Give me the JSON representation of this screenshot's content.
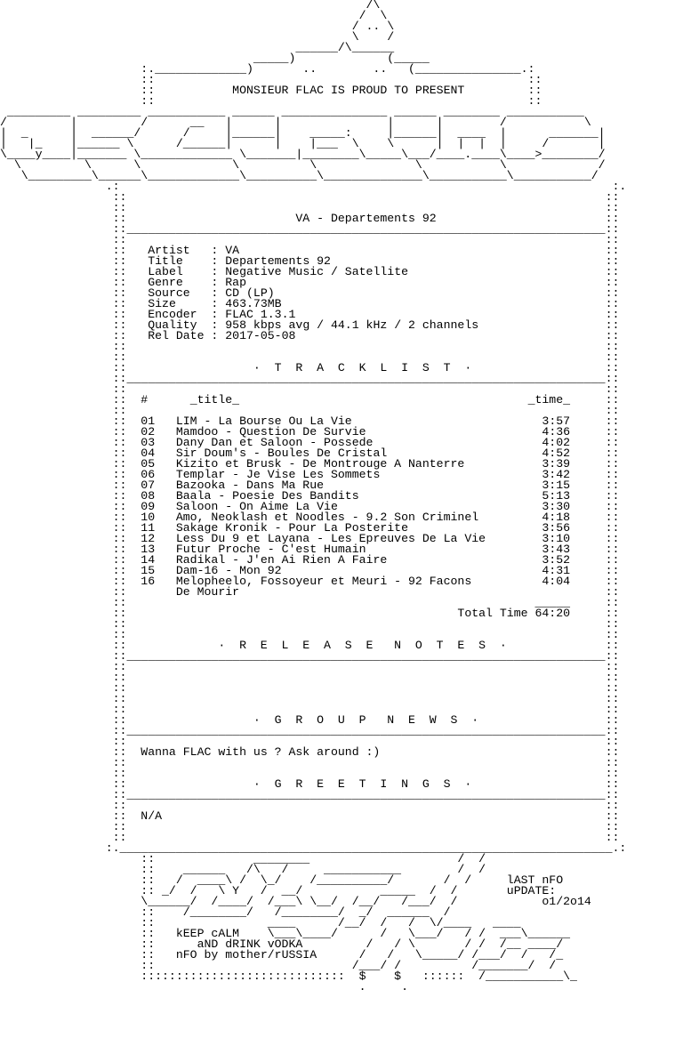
{
  "header_art": [
    "                                                    /\\",
    "                                                   /  \\",
    "                                                  / .. \\",
    "                                                  \\    /",
    "                                          ______/\\______",
    "                                    _____)             (_____",
    "                    :._____________)       ..        ..   (_______________.:",
    "                    ::                                                     ::",
    "                    ::           MONSIEUR FLAC IS PROUD TO PRESENT         ::",
    "                    ::                                                     ::",
    " _________ _________ ___________ ______ _______________ ______ ________ ___________",
    "/         |         /      __   |      |               |      |        /           \\",
    "|  _      |  ______/      /     |______|    _____:     |______|  ____  |      _______|",
    "|   |_    |______ \\      /______|      |    |___  \\    \\      |  |  |  |     /       |",
    "\\____y____|_______ \\_____________ \\_______|________\\_____\\___/____.____\\____>________/",
    "  \\         \\      \\             \\          \\              \\           \\             /",
    "   \\_________\\______\\_____________\\__________\\______________\\___________\\___________/"
  ],
  "release": {
    "heading": "VA - Departements 92",
    "fields": [
      {
        "label": "Artist",
        "value": "VA"
      },
      {
        "label": "Title",
        "value": "Departements 92"
      },
      {
        "label": "Label",
        "value": "Negative Music / Satellite"
      },
      {
        "label": "Genre",
        "value": "Rap"
      },
      {
        "label": "Source",
        "value": "CD (LP)"
      },
      {
        "label": "Size",
        "value": "463.73MB"
      },
      {
        "label": "Encoder",
        "value": "FLAC 1.3.1"
      },
      {
        "label": "Quality",
        "value": "958 kbps avg / 44.1 kHz / 2 channels"
      },
      {
        "label": "Rel Date",
        "value": "2017-05-08"
      }
    ]
  },
  "tracklist": {
    "heading": "·  T  R  A  C  K  L  I  S  T  ·",
    "col_num": "#",
    "col_title": "_title_",
    "col_time": "_time_",
    "tracks": [
      {
        "num": "01",
        "title": "LIM - La Bourse Ou La Vie",
        "time": "3:57"
      },
      {
        "num": "02",
        "title": "Mamdoo - Question De Survie",
        "time": "4:36"
      },
      {
        "num": "03",
        "title": "Dany Dan et Saloon - Possede",
        "time": "4:02"
      },
      {
        "num": "04",
        "title": "Sir Doum's - Boules De Cristal",
        "time": "4:52"
      },
      {
        "num": "05",
        "title": "Kizito et Brusk - De Montrouge A Nanterre",
        "time": "3:39"
      },
      {
        "num": "06",
        "title": "Templar - Je Vise Les Sommets",
        "time": "3:42"
      },
      {
        "num": "07",
        "title": "Bazooka - Dans Ma Rue",
        "time": "3:15"
      },
      {
        "num": "08",
        "title": "Baala - Poesie Des Bandits",
        "time": "5:13"
      },
      {
        "num": "09",
        "title": "Saloon - On Aime La Vie",
        "time": "3:30"
      },
      {
        "num": "10",
        "title": "Amo, Neoklash et Noodles - 9.2 Son Criminel",
        "time": "4:18"
      },
      {
        "num": "11",
        "title": "Sakage Kronik - Pour La Posterite",
        "time": "3:56"
      },
      {
        "num": "12",
        "title": "Less Du 9 et Layana - Les Epreuves De La Vie",
        "time": "3:10"
      },
      {
        "num": "13",
        "title": "Futur Proche - C'est Humain",
        "time": "3:43"
      },
      {
        "num": "14",
        "title": "Radikal - J'en Ai Rien A Faire",
        "time": "3:52"
      },
      {
        "num": "15",
        "title": "Dam-16 - Mon 92",
        "time": "4:31"
      },
      {
        "num": "16",
        "title": "Melopheelo, Fossoyeur et Meuri - 92 Facons",
        "title_cont": "De Mourir",
        "time": "4:04"
      }
    ],
    "total_label": "Total Time",
    "total_time": "64:20"
  },
  "release_notes": {
    "heading": "·  R  E  L  E  A  S  E   N  O  T  E  S  ·"
  },
  "group_news": {
    "heading": "·  G  R  O  U  P   N  E  W  S  ·",
    "text": "Wanna FLAC with us ? Ask around :)"
  },
  "greetings": {
    "heading": "·  G  R  E  E  T  I  N  G  S  ·",
    "text": "N/A"
  },
  "footer": {
    "update_label": "lAST nFO",
    "update_label2": "uPDATE:",
    "update_date": "o1/2o14",
    "motto1": "kEEP cALM",
    "motto2": "aND dRINK vODKA",
    "credit": "nFO by mother/rUSSIA"
  },
  "footer_art": [
    "                    ::              ________                     /  /",
    "                    ::    ______   /\\   /     ___________        /  /",
    "                    ::   /  ____\\ /  \\_/    /__________/       /  /     lAST nFO",
    "                    :: _/  /   \\ Y   /  __/           _____  /  /       uPDATE:",
    "                    \\______/  /____/  /___\\ \\__/  /__/   /___/  /            o1/2o14",
    "                    ::    /________/   /________/  _/  ______  /",
    "                    ::                ____      /__/  /   /  \\/____   ____",
    "                    ::   kEEP cALM    \\___\\____/      /   \\___/   / /  ___\\______",
    "                    ::      aND dRINK vODKA         /   / \\       / /  /__ ____/",
    "                    ::   nFO by mother/rUSSIA      /   /   \\_____/ /___/  /   /_",
    "                    ::                            /___/ /          /_______/  /",
    "                    :::::::::::::::::::::::::::::  $    $   ::::::  /___________\\_",
    "                                                   .     ."
  ]
}
